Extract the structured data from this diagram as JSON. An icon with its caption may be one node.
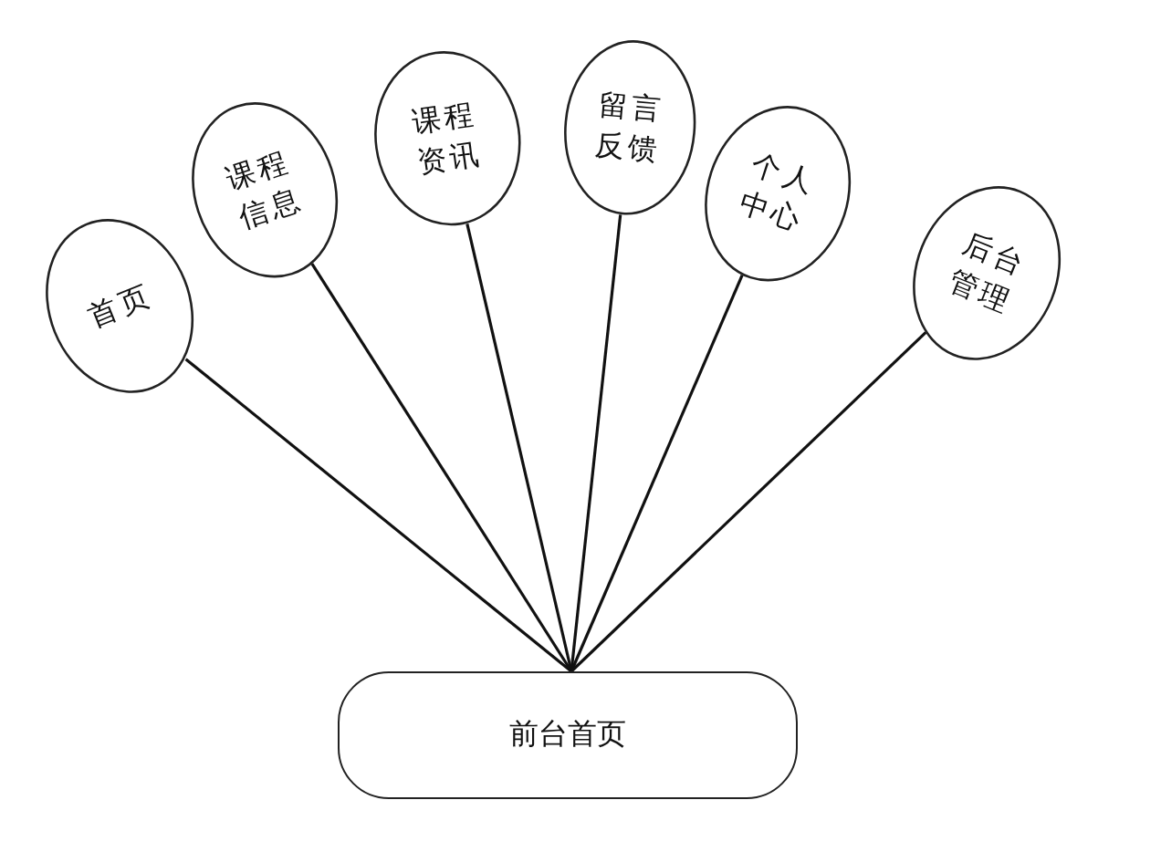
{
  "diagram": {
    "nodes": [
      {
        "text": [
          "前台首页"
        ]
      },
      {
        "text": [
          "首页"
        ]
      },
      {
        "text": [
          "课程信息"
        ]
      },
      {
        "text": [
          "课程资讯"
        ]
      },
      {
        "text": [
          "留言反馈"
        ]
      },
      {
        "text": [
          "个人中心"
        ]
      },
      {
        "text": [
          "后台管理"
        ]
      }
    ],
    "edges": [
      {
        "from": 0,
        "to": 1,
        "arrow": "none"
      },
      {
        "from": 0,
        "to": 2,
        "arrow": "none"
      },
      {
        "from": 0,
        "to": 3,
        "arrow": "none"
      },
      {
        "from": 0,
        "to": 4,
        "arrow": "none"
      },
      {
        "from": 0,
        "to": 5,
        "arrow": "none"
      },
      {
        "from": 0,
        "to": 6,
        "arrow": "none"
      }
    ]
  }
}
